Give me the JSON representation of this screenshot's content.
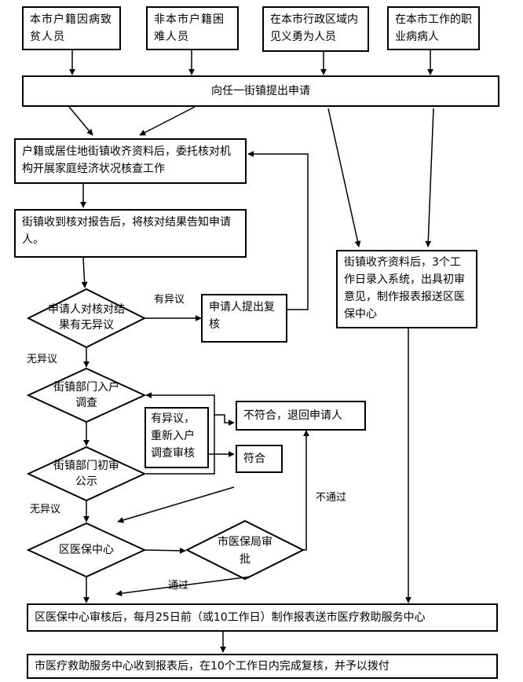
{
  "top_boxes": [
    "本市户籍因病致贫人员",
    "非本市户籍困难人员",
    "在本市行政区域内见义勇为人员",
    "在本市工作的职业病病人"
  ],
  "apply": "向任一街镇提出申请",
  "collect": "户籍或居住地街镇收齐资料后，委托核对机构开展家庭经济状况核查工作",
  "report": "街镇收到核对报告后，将核对结果告知申请人。",
  "decision_objection": "申请人对核对结果有无异议",
  "label_has_objection": "有异议",
  "recheck": "申请人提出复核",
  "label_no_objection_1": "无异议",
  "decision_visit": "街镇部门入户调查",
  "reinvestigate": "有异议，重新入户调查审核",
  "reject": "不符合，退回申请人",
  "qualify": "符合",
  "decision_publicity": "街镇部门初审公示",
  "label_no_objection_2": "无异议",
  "label_fail": "不通过",
  "decision_district": "区医保中心",
  "decision_city": "市医保局审批",
  "label_pass": "通过",
  "side_process": "街镇收齐资料后，3个工作日录入系统，出具初审意见，制作报表报送区医保中心",
  "district_review": "区医保中心审核后，每月25日前（或10工作日）制作报表送市医疗救助服务中心",
  "final": "市医疗救助服务中心收到报表后，在10个工作日内完成复核，并予以拨付"
}
